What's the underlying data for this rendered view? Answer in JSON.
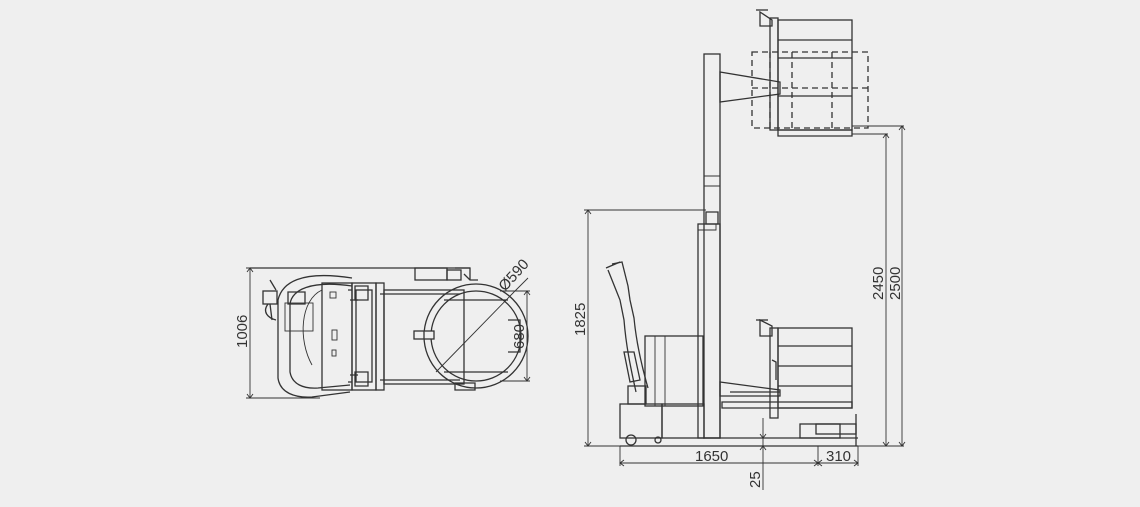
{
  "dimensions": {
    "top_view": {
      "width": "1006",
      "drum_diameter": "Ø590",
      "drum_span": "680"
    },
    "side_view": {
      "mast_height": "1825",
      "raised_height_a": "2450",
      "raised_height_b": "2500",
      "length": "1650",
      "front_offset": "310",
      "ground_clearance": "25"
    }
  }
}
